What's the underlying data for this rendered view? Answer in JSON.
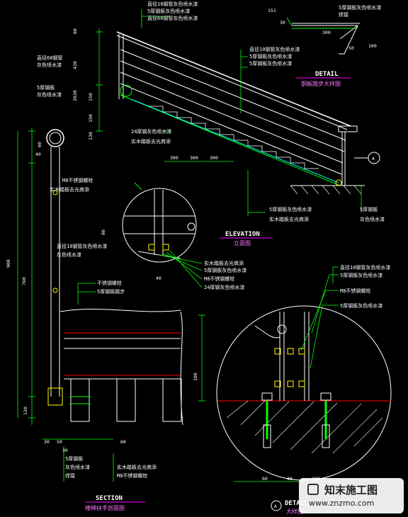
{
  "labels": {
    "top_l1": "直径10钢管灰色喷水漆",
    "top_l2": "5厚钢板灰色喷水漆",
    "top_l3": "直径60钢管灰色喷水漆",
    "left_l1": "直径60钢管",
    "left_l2": "灰色喷水漆",
    "left_l3": "5厚钢板",
    "left_l4": "灰色喷水漆",
    "mid_l1": "直径10钢管灰色喷水漆",
    "mid_l2": "5厚钢板灰色喷水漆",
    "mid_l3": "24厚钢灰色喷水漆",
    "mid_l4": "实木踏板去光商添",
    "circ_l1": "实木踏板去光商添",
    "circ_l2": "M8不锈钢螺栓",
    "circ_r1": "实木踏板去光商添",
    "circ_r2": "5厚钢板灰色喷水漆",
    "circ_r3": "M8不锈钢螺栓",
    "circ_r4": "24厚钢灰色喷水漆",
    "elev_b1": "5厚钢板灰色喷水漆",
    "elev_b2": "实木踏板去光商添",
    "elev_r1": "5厚钢板",
    "elev_r2": "灰色喷水漆",
    "det_r1": "5厚钢板灰色喷水漆",
    "det_r2": "焊接",
    "sec_l1": "不锈钢螺栓",
    "sec_l2": "5厚钢板踏步",
    "sec_b1": "5厚钢板",
    "sec_b2": "灰色喷水漆",
    "sec_b3": "焊接",
    "sec_b4": "实木踏板去光商添",
    "sec_b5": "M8不锈钢螺栓",
    "rd_l1": "直径10钢管灰色喷水漆",
    "rd_l2": "5厚钢板灰色喷水漆",
    "rd_l3": "M8不锈钢螺栓",
    "rd_l4": "5厚钢板灰色喷水漆"
  },
  "titles": {
    "detail": "DETAIL",
    "detail_sub": "钢板踏步大样图",
    "elevation": "ELEVATION",
    "elevation_sub": "立面图",
    "section": "SECTION",
    "section_sub": "楼梯扶手剖面图",
    "detail2": "DETAIL",
    "detail2_sub": "大样图",
    "callout_a": "A"
  },
  "dims": {
    "d60": "60",
    "d420": "420",
    "d2020": "2020",
    "d150a": "150",
    "d150b": "150",
    "d130": "130",
    "d300a": "300",
    "d300b": "300",
    "d300c": "300",
    "d80": "80",
    "d40a": "40",
    "d900": "900",
    "d760": "760",
    "d120": "120",
    "d100a": "100",
    "dl60": "60",
    "dl40": "40",
    "d30": "30",
    "d50": "50",
    "d30b": "30",
    "d_s60": "60",
    "d100": "100",
    "d60b": "60",
    "d40b": "40",
    "det_300": "300",
    "det_30": "30",
    "det_50": "50",
    "det_100": "100",
    "det_151": "151"
  },
  "watermark": {
    "brand": "知末施工图",
    "url": "www.znzmo.com"
  },
  "colors": {
    "background": "#000000",
    "line_white": "#ffffff",
    "line_green": "#00ff00",
    "line_cyan": "#00ffff",
    "line_yellow": "#ffff00",
    "line_red": "#ff0000",
    "title_underline": "#ff00ff"
  }
}
